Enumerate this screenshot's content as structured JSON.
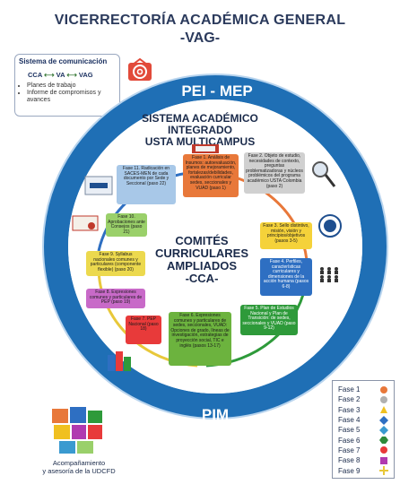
{
  "header": {
    "line1": "VICERRECTORÍA ACADÉMICA GENERAL",
    "line2": "-VAG-"
  },
  "communication": {
    "title": "Sistema de comunicación",
    "flow": [
      "CCA",
      "VA",
      "VAG"
    ],
    "items": [
      "Planes de trabajo",
      "Informe de compromisos y avances"
    ]
  },
  "ring": {
    "top_label": "PEI - MEP",
    "bottom_label": "PIM",
    "color": "#1f6fb5"
  },
  "system": {
    "line1": "SISTEMA ACADÉMICO",
    "line2": "INTEGRADO",
    "line3": "USTA MULTICAMPUS"
  },
  "center": {
    "line1": "COMITÉS",
    "line2": "CURRICULARES",
    "line3": "AMPLIADOS",
    "line4": "-CCA-"
  },
  "phases": [
    {
      "id": "fase1",
      "text": "Fase 1. Análisis de Insumos: autoevaluación, planes de mejoramiento, fortalezas/debilidades, evaluación curricular sedes, seccionales y VUAD (paso 1)",
      "color": "#e8783a"
    },
    {
      "id": "fase2",
      "text": "Fase 2. Objeto de estudio, necesidades de contexto, preguntas problematizadoras y núcleos problémicos del programa académico USTA Colombia (paso 2)",
      "color": "#c8c8c8"
    },
    {
      "id": "fase3",
      "text": "Fase 3. Sello distintivo, misión, visión y principios/objetivos (pasos 3-5)",
      "color": "#f5d23a"
    },
    {
      "id": "fase4",
      "text": "Fase 4. Perfiles, características curriculares y dimensiones de la acción humana (pasos 6-8)",
      "color": "#2e6fc2"
    },
    {
      "id": "fase5",
      "text": "Fase 5. Plan de Estudios Nacional y Plan de Transición: de sedes, seccionales y VUAD (paso 9-12)",
      "color": "#2e9a3a"
    },
    {
      "id": "fase6",
      "text": "Fase 6. Expresiones comunes y particulares de sedes, seccionales, VUAD: Opciones de grado, líneas de investigación, estrategias de proyección social, TIC e inglés (pasos 13-17)",
      "color": "#6cb33e"
    },
    {
      "id": "fase7",
      "text": "Fase 7. PEP Nacional (paso 18)",
      "color": "#e83a3a"
    },
    {
      "id": "fase8",
      "text": "Fase 8. Expresiones comunes y particulares de PEP (paso 19)",
      "color": "#b03ab0"
    },
    {
      "id": "fase9",
      "text": "Fase 9. Syllabus nacionales comunes y particulares (componente flexible) (paso 20)",
      "color": "#e8d43a"
    },
    {
      "id": "fase10",
      "text": "Fase 10. Aprobaciones ante Consejos (paso 21)",
      "color": "#9ad06a"
    },
    {
      "id": "fase11",
      "text": "Fase 11. Radicación en SACES-MEN de cada documento por Sede y Seccional (paso 22)",
      "color": "#a8c8e8"
    }
  ],
  "legend": {
    "items": [
      {
        "label": "Fase 1",
        "color": "#e8783a",
        "shape": "circle"
      },
      {
        "label": "Fase 2",
        "color": "#b0b0b0",
        "shape": "circle"
      },
      {
        "label": "Fase 3",
        "color": "#f0c020",
        "shape": "triangle"
      },
      {
        "label": "Fase 4",
        "color": "#2e6fc2",
        "shape": "diamond"
      },
      {
        "label": "Fase 5",
        "color": "#3a9ad0",
        "shape": "diamond"
      },
      {
        "label": "Fase 6",
        "color": "#2e8a3a",
        "shape": "hexagon"
      },
      {
        "label": "Fase 7",
        "color": "#e83a3a",
        "shape": "circle"
      },
      {
        "label": "Fase 8",
        "color": "#b03ab0",
        "shape": "square"
      },
      {
        "label": "Fase 9",
        "color": "#e8c83a",
        "shape": "cross"
      }
    ]
  },
  "support": {
    "line1": "Acompañamiento",
    "line2": "y asesoría de la UDCFD"
  }
}
